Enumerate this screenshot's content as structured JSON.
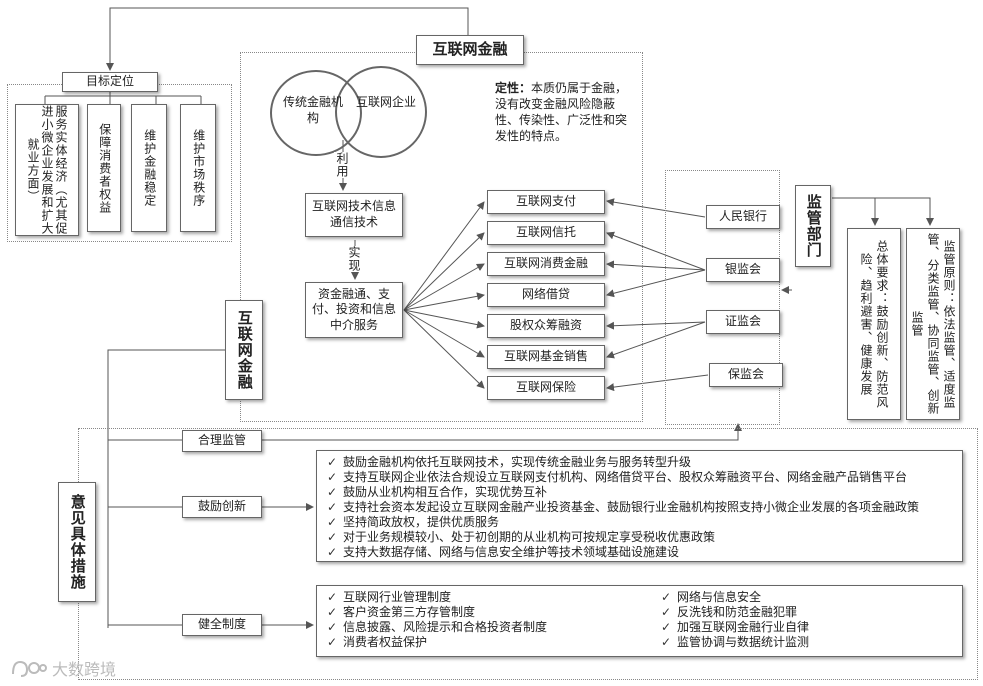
{
  "title": "互联网金融",
  "goals": {
    "label": "目标定位",
    "items": [
      "服务实体经济（尤其促进小微企业发展和扩大就业方面）",
      "保障消费者权益",
      "维护金融稳定",
      "维护市场秩序"
    ]
  },
  "venn": {
    "left": "传统金融机构",
    "right": "互联网企业"
  },
  "nature": {
    "label": "定性：",
    "text": "本质仍属于金融，没有改变金融风险隐蔽性、传染性、广泛性和突发性的特点。"
  },
  "flow": {
    "use_label": "利用",
    "tech_box": "互联网技术信息通信技术",
    "realize_label": "实现",
    "service_box": "资金融通、支付、投资和信息中介服务"
  },
  "categories": [
    "互联网支付",
    "互联网信托",
    "互联网消费金融",
    "网络借贷",
    "股权众筹融资",
    "互联网基金销售",
    "互联网保险"
  ],
  "regulators": [
    "人民银行",
    "银监会",
    "证监会",
    "保监会"
  ],
  "side_label": "互联网金融",
  "supervision": {
    "title": "监管部门",
    "general": "总体要求：鼓励创新、防范风险、趋利避害、健康发展",
    "principles": "监管原则：依法监管、适度监管、分类监管、协同监管、创新监管"
  },
  "measures": {
    "title": "意见具体措施",
    "reasonable_label": "合理监管",
    "innovation_label": "鼓励创新",
    "innovation_items": [
      "鼓励金融机构依托互联网技术，实现传统金融业务与服务转型升级",
      "支持互联网企业依法合规设立互联网支付机构、网络借贷平台、股权众筹融资平台、网络金融产品销售平台",
      "鼓励从业机构相互合作，实现优势互补",
      "支持社会资本发起设立互联网金融产业投资基金、鼓励银行业金融机构按照支持小微企业发展的各项金融政策",
      "坚持简政放权，提供优质服务",
      "对于业务规模较小、处于初创期的从业机构可按规定享受税收优惠政策",
      "支持大数据存储、网络与信息安全维护等技术领域基础设施建设"
    ],
    "system_label": "健全制度",
    "system_left": [
      "互联网行业管理制度",
      "客户资金第三方存管制度",
      "信息披露、风险提示和合格投资者制度",
      "消费者权益保护"
    ],
    "system_right": [
      "网络与信息安全",
      "反洗钱和防范金融犯罪",
      "加强互联网金融行业自律",
      "监管协调与数据统计监测"
    ]
  },
  "check_glyph": "✓",
  "watermark": "大数跨境",
  "colors": {
    "line": "#555555",
    "border": "#666666",
    "text": "#222222"
  }
}
